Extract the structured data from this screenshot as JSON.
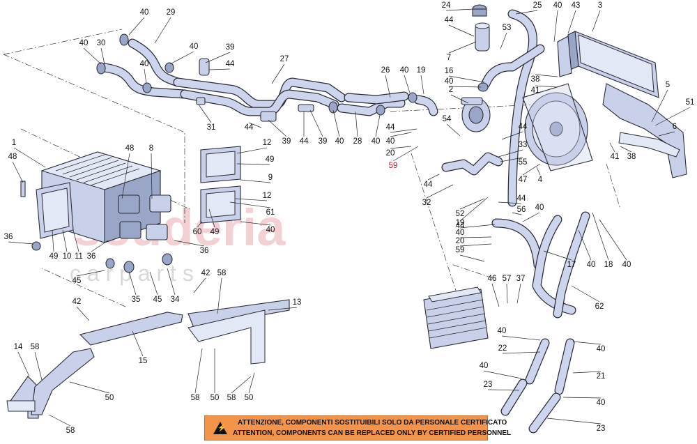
{
  "watermark": {
    "brand": "scuderia",
    "sub": "c a r p a r t s"
  },
  "warning": {
    "icon": "electric-hazard-icon",
    "line1": "ATTENZIONE, COMPONENTI SOSTITUIBILI SOLO DA PERSONALE CERTIFICATO",
    "line2": "ATTENTION, COMPONENTS CAN BE REPLACED ONLY BY CERTIFIED PERSONNEL",
    "color": "#f2944a"
  },
  "callouts": [
    "40",
    "29",
    "40",
    "30",
    "40",
    "40",
    "39",
    "44",
    "27",
    "26",
    "40",
    "19",
    "31",
    "44",
    "39",
    "44",
    "39",
    "40",
    "28",
    "40",
    "24",
    "25",
    "40",
    "43",
    "3",
    "44",
    "53",
    "7",
    "16",
    "40",
    "2",
    "38",
    "41",
    "5",
    "51",
    "6",
    "41",
    "38",
    "1",
    "48",
    "48",
    "8",
    "12",
    "49",
    "9",
    "12",
    "61",
    "60",
    "49",
    "40",
    "44",
    "40",
    "20",
    "59",
    "54",
    "44",
    "33",
    "55",
    "44",
    "47",
    "4",
    "32",
    "52",
    "44",
    "44",
    "56",
    "40",
    "19",
    "40",
    "20",
    "59",
    "17",
    "40",
    "18",
    "40",
    "36",
    "49",
    "10",
    "11",
    "36",
    "36",
    "45",
    "35",
    "45",
    "34",
    "42",
    "58",
    "13",
    "42",
    "46",
    "57",
    "37",
    "62",
    "40",
    "22",
    "40",
    "40",
    "21",
    "23",
    "40",
    "23",
    "14",
    "58",
    "15",
    "50",
    "58",
    "50",
    "58",
    "50",
    "58"
  ]
}
